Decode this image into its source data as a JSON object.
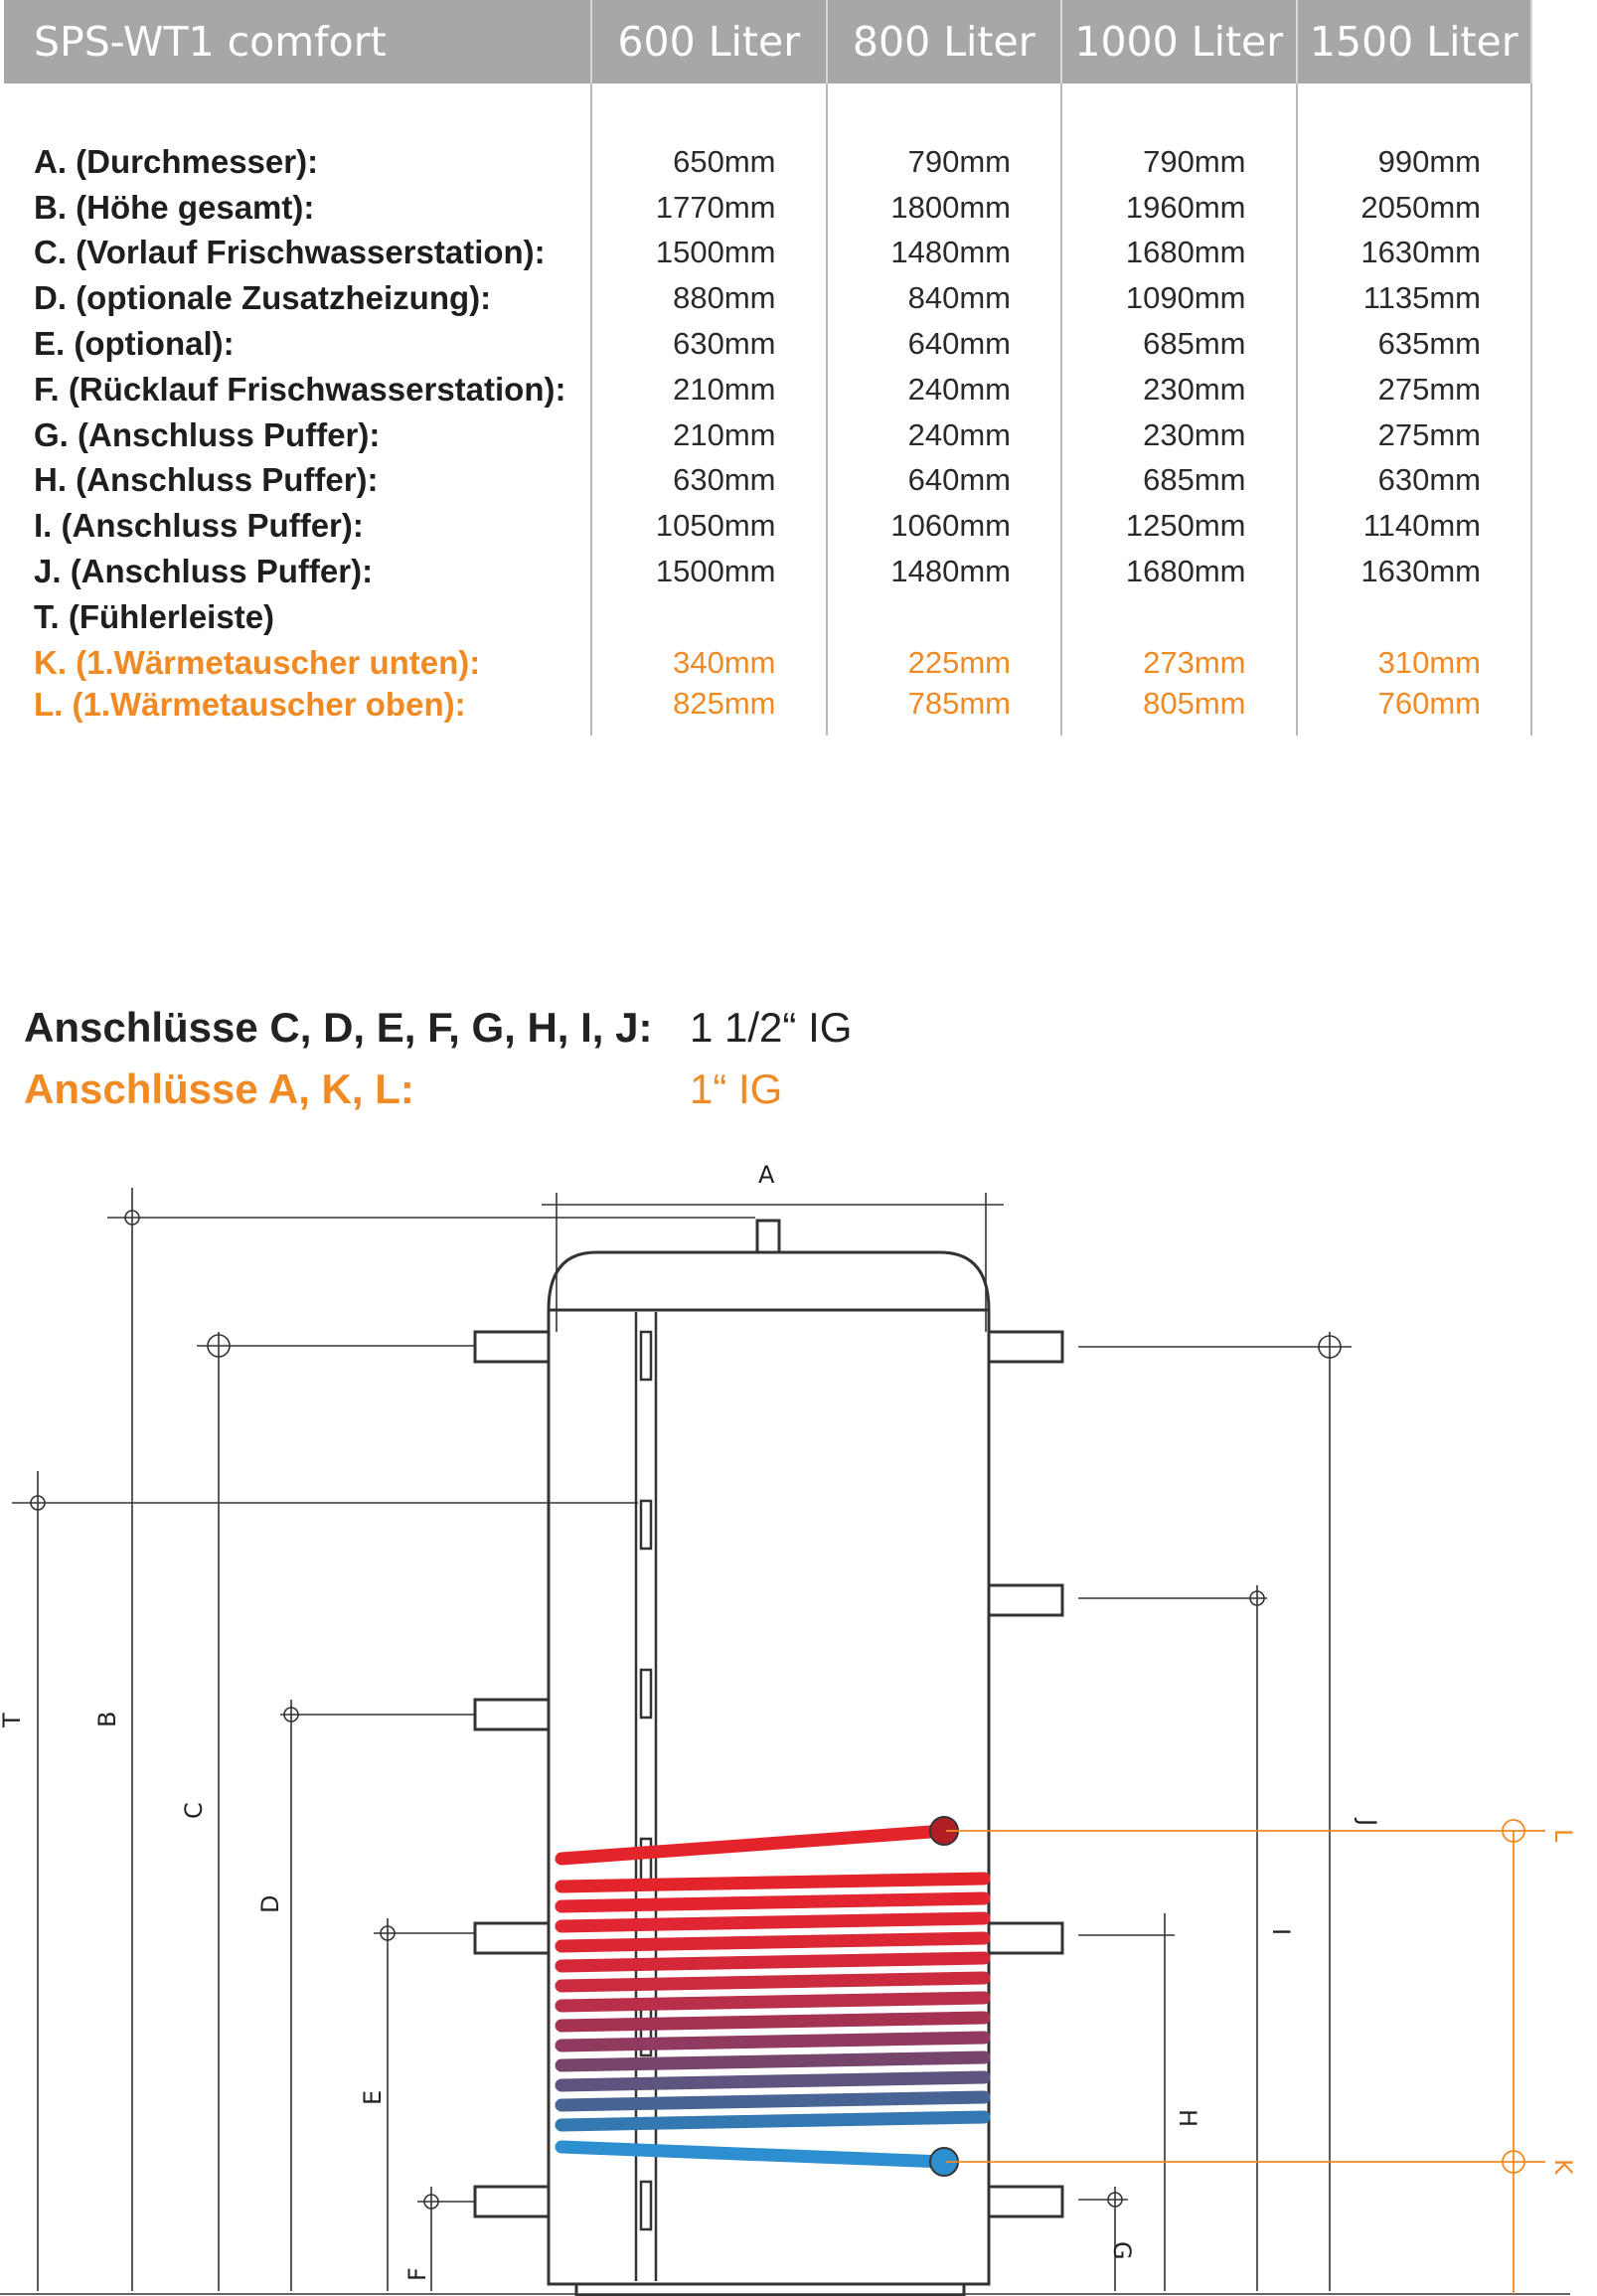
{
  "table": {
    "product": "SPS-WT1 comfort",
    "columns": [
      "600 Liter",
      "800 Liter",
      "1000 Liter",
      "1500 Liter"
    ],
    "rows": [
      {
        "label": "A. (Durchmesser):",
        "values": [
          "650mm",
          "790mm",
          "790mm",
          "990mm"
        ]
      },
      {
        "label": "B. (Höhe gesamt):",
        "values": [
          "1770mm",
          "1800mm",
          "1960mm",
          "2050mm"
        ]
      },
      {
        "label": "C. (Vorlauf Frischwasserstation):",
        "values": [
          "1500mm",
          "1480mm",
          "1680mm",
          "1630mm"
        ]
      },
      {
        "label": "D. (optionale Zusatzheizung):",
        "values": [
          "880mm",
          "840mm",
          "1090mm",
          "1135mm"
        ]
      },
      {
        "label": "E. (optional):",
        "values": [
          "630mm",
          "640mm",
          "685mm",
          "635mm"
        ]
      },
      {
        "label": "F. (Rücklauf Frischwasserstation):",
        "values": [
          "210mm",
          "240mm",
          "230mm",
          "275mm"
        ]
      },
      {
        "label": "G. (Anschluss Puffer):",
        "values": [
          "210mm",
          "240mm",
          "230mm",
          "275mm"
        ]
      },
      {
        "label": "H. (Anschluss Puffer):",
        "values": [
          "630mm",
          "640mm",
          "685mm",
          "630mm"
        ]
      },
      {
        "label": "I. (Anschluss Puffer):",
        "values": [
          "1050mm",
          "1060mm",
          "1250mm",
          "1140mm"
        ]
      },
      {
        "label": "J. (Anschluss Puffer):",
        "values": [
          "1500mm",
          "1480mm",
          "1680mm",
          "1630mm"
        ]
      },
      {
        "label": "T. (Fühlerleiste)",
        "values": [
          "",
          "",
          "",
          ""
        ]
      },
      {
        "label": "K. (1.Wärmetauscher unten):",
        "values": [
          "340mm",
          "225mm",
          "273mm",
          "310mm"
        ]
      },
      {
        "label": "L. (1.Wärmetauscher oben):",
        "values": [
          "825mm",
          "785mm",
          "805mm",
          "760mm"
        ]
      }
    ]
  },
  "connections": [
    {
      "label": "Anschlüsse C, D, E, F, G, H, I, J:",
      "value": "1 1/2“ IG"
    },
    {
      "label": "Anschlüsse A, K, L:",
      "value": "1“ IG"
    }
  ],
  "diagram": {
    "labels": {
      "A": "A",
      "B": "B",
      "C": "C",
      "D": "D",
      "E": "E",
      "F": "F",
      "G": "G",
      "H": "H",
      "I": "I",
      "J": "J",
      "T": "T",
      "K": "K",
      "L": "L"
    }
  },
  "colors": {
    "header_bg": "#a7a7a9",
    "accent_orange": "#f08a24",
    "coil_hot": "#e3242b",
    "coil_cold": "#2e8fd0"
  }
}
